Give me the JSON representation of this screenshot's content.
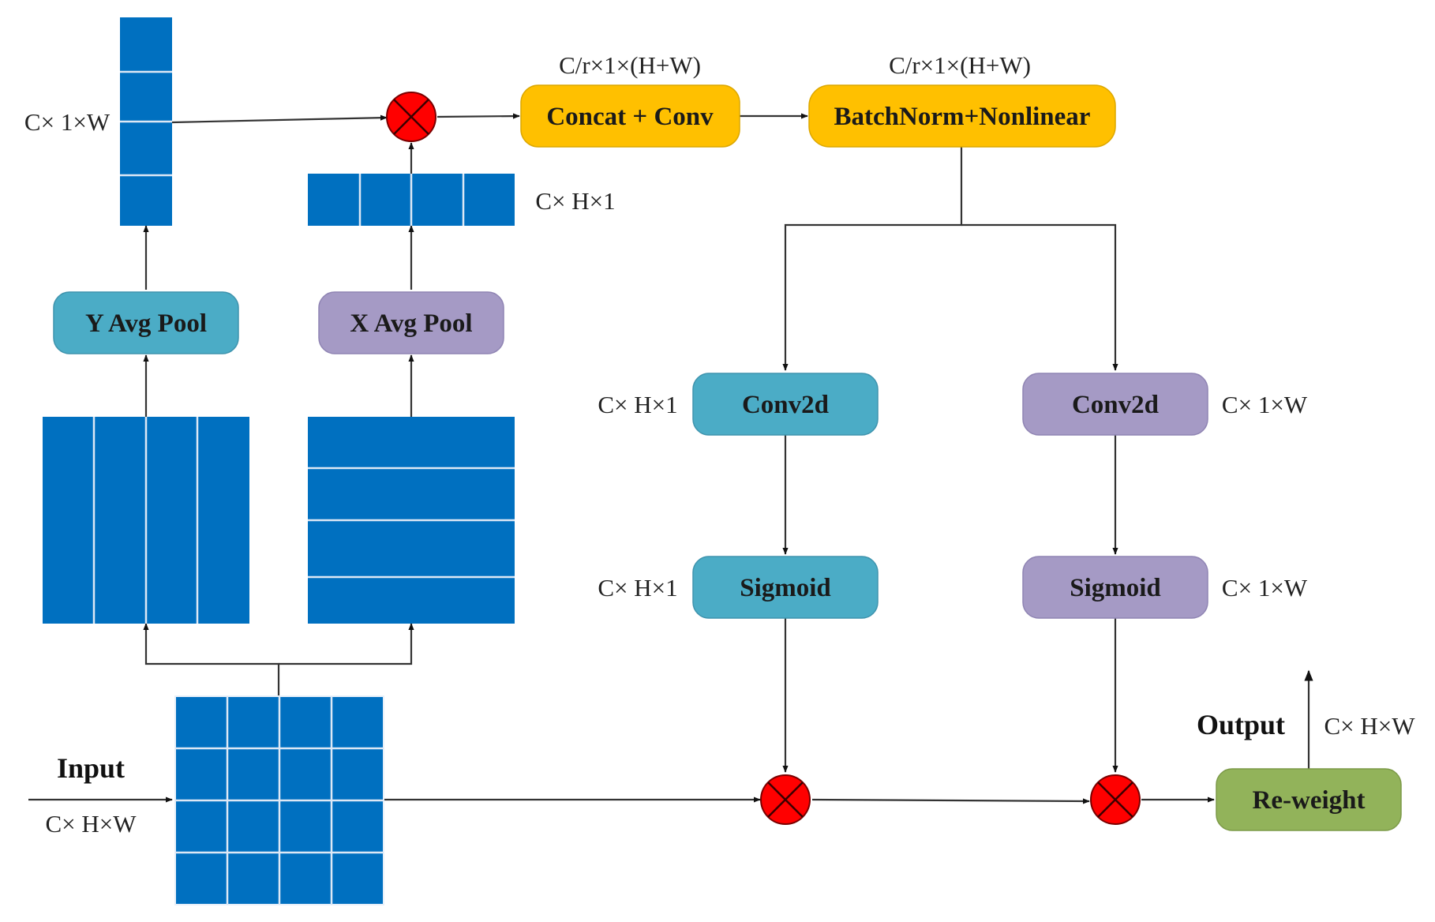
{
  "colors": {
    "tensor_blue": "#0070c0",
    "concat_orange": "#ffc000",
    "teal": "#4bacc6",
    "lavender": "#a59ac5",
    "reweight_green": "#92b35a",
    "multiply_red": "#ff0000"
  },
  "nodes": {
    "y_avg_pool": "Y Avg Pool",
    "x_avg_pool": "X Avg Pool",
    "concat_conv": "Concat + Conv",
    "batchnorm": "BatchNorm+Nonlinear",
    "conv2d_h": "Conv2d",
    "conv2d_w": "Conv2d",
    "sigmoid_h": "Sigmoid",
    "sigmoid_w": "Sigmoid",
    "reweight": "Re-weight"
  },
  "labels": {
    "input": "Input",
    "output": "Output",
    "input_dim": "C× H×W",
    "output_dim": "C× H×W",
    "y_pool_dim": "C× 1×W",
    "x_pool_dim": "C× H×1",
    "concat_dim": "C/r×1×(H+W)",
    "bn_dim": "C/r×1×(H+W)",
    "conv_h_dim": "C× H×1",
    "sigmoid_h_dim": "C× H×1",
    "conv_w_dim": "C× 1×W",
    "sigmoid_w_dim": "C× 1×W"
  },
  "icons": {
    "multiply": "multiply-icon",
    "arrow": "arrow-icon"
  }
}
